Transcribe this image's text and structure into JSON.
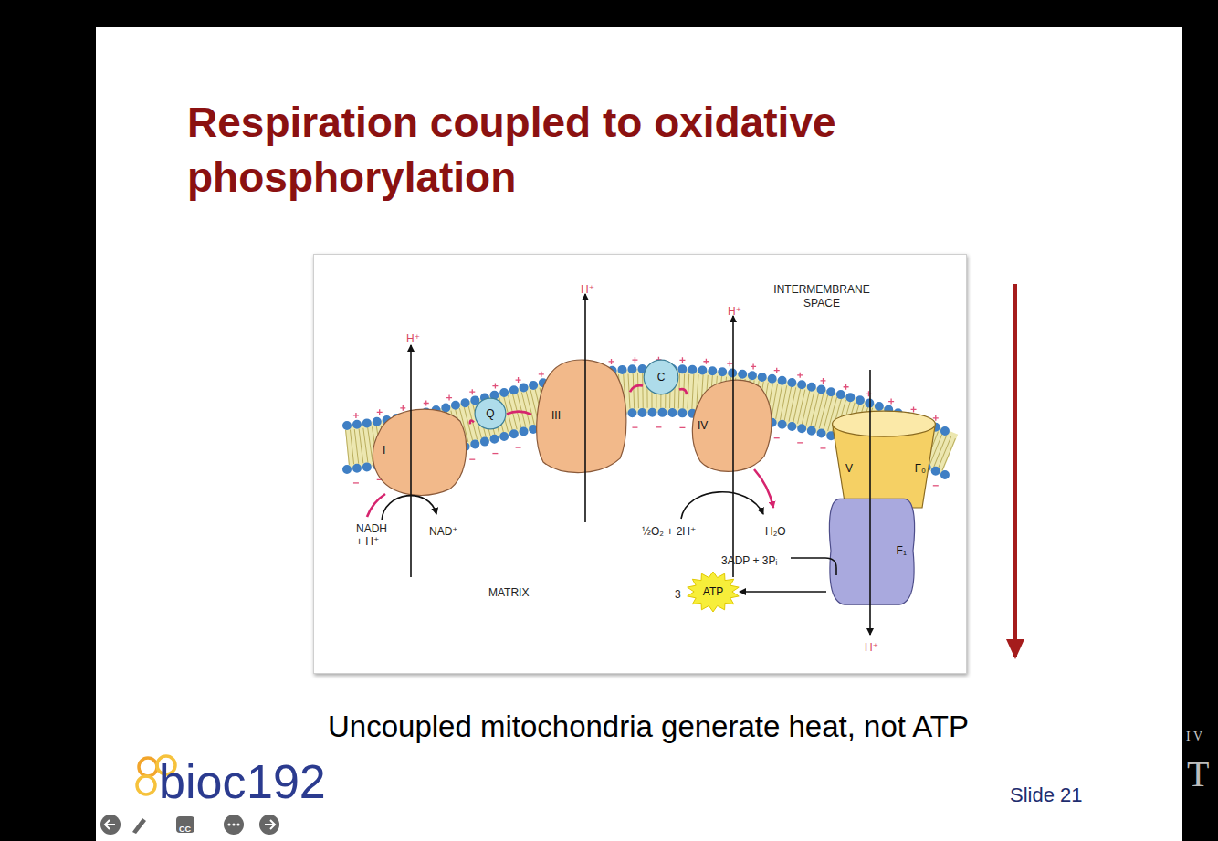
{
  "diagram": {
    "title": "Respiration coupled to oxidative phosphorylation",
    "caption": "Uncoupled mitochondria generate heat, not ATP",
    "nodes": [
      {
        "text": [
          "I"
        ]
      },
      {
        "text": [
          "Q"
        ]
      },
      {
        "text": [
          "III"
        ]
      },
      {
        "text": [
          "C"
        ]
      },
      {
        "text": [
          "IV"
        ]
      },
      {
        "text": [
          "V",
          "F₀"
        ]
      },
      {
        "text": [
          "F₁"
        ]
      },
      {
        "text": [
          "ATP"
        ]
      }
    ],
    "edges": [
      {
        "from": 0,
        "to": 1,
        "arrow": "none"
      },
      {
        "from": 1,
        "to": 2,
        "arrow": "none"
      },
      {
        "from": 2,
        "to": 3,
        "arrow": "none"
      },
      {
        "from": 3,
        "to": 4,
        "arrow": "none"
      },
      {
        "from": 6,
        "to": 7,
        "arrow": "to"
      }
    ],
    "labels": [
      "H⁺",
      "H⁺",
      "H⁺",
      "INTERMEMBRANE SPACE",
      "NADH + H⁺",
      "NAD⁺",
      "½O₂ + 2H⁺",
      "H₂O",
      "3ADP + 3Pᵢ",
      "MATRIX",
      "3",
      "H⁺",
      "bioc",
      "192",
      "CC",
      "Slide 21",
      "I V",
      "T"
    ]
  }
}
